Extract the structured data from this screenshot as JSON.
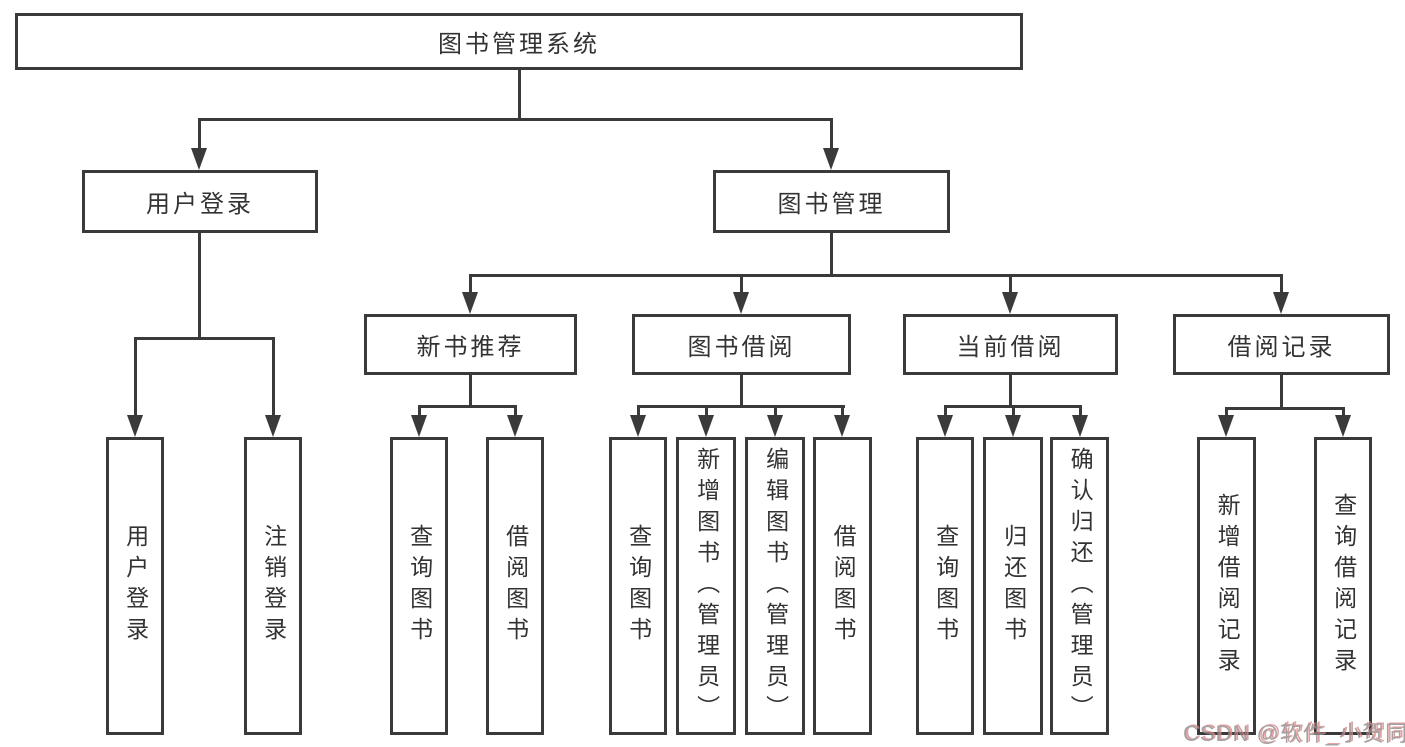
{
  "tree": {
    "label": "图书管理系统",
    "children": [
      {
        "label": "用户登录",
        "children": [
          {
            "label": "用户登录"
          },
          {
            "label": "注销登录"
          }
        ]
      },
      {
        "label": "图书管理",
        "children": [
          {
            "label": "新书推荐",
            "children": [
              {
                "label": "查询图书"
              },
              {
                "label": "借阅图书"
              }
            ]
          },
          {
            "label": "图书借阅",
            "children": [
              {
                "label": "查询图书"
              },
              {
                "label": "新增图书（管理员）"
              },
              {
                "label": "编辑图书（管理员）"
              },
              {
                "label": "借阅图书"
              }
            ]
          },
          {
            "label": "当前借阅",
            "children": [
              {
                "label": "查询图书"
              },
              {
                "label": "归还图书"
              },
              {
                "label": "确认归还（管理员）"
              }
            ]
          },
          {
            "label": "借阅记录",
            "children": [
              {
                "label": "新增借阅记录"
              },
              {
                "label": "查询借阅记录"
              }
            ]
          }
        ]
      }
    ]
  },
  "watermark": {
    "text": "CSDN @软件_小贺同学"
  },
  "colors": {
    "line": "#3a3a3a",
    "text": "#333333",
    "bg": "#ffffff",
    "watermark": "#8c8c8c",
    "watermark_accent": "#e08585"
  }
}
